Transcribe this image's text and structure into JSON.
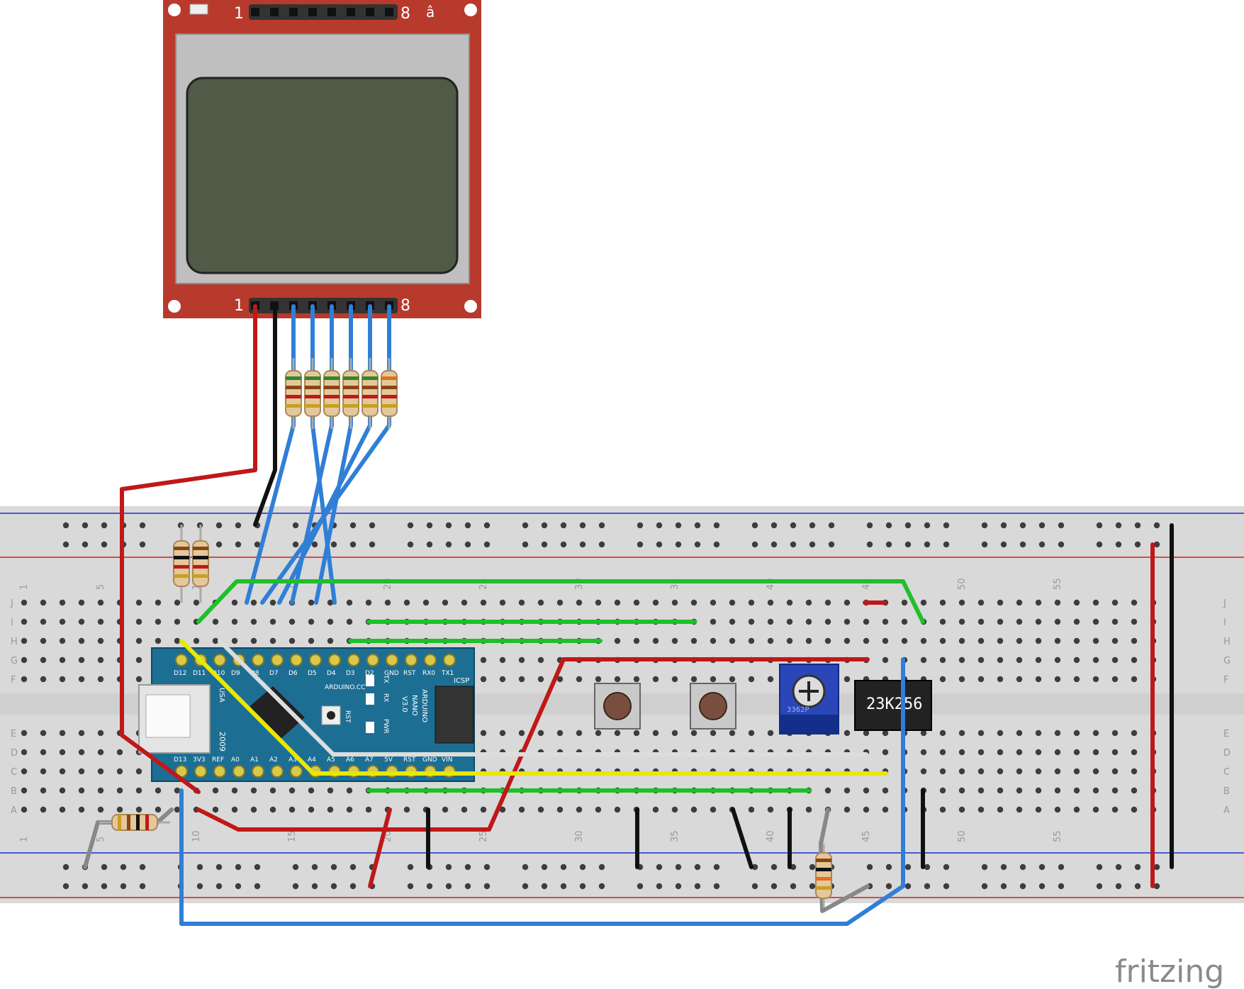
{
  "lcd": {
    "top_pin_first": "1",
    "top_pin_last": "8",
    "top_mark": "â",
    "bottom_pin_first": "1",
    "bottom_pin_last": "8"
  },
  "breadboard": {
    "row_letters": [
      "A",
      "B",
      "C",
      "D",
      "E",
      "F",
      "G",
      "H",
      "I",
      "J"
    ],
    "column_numbers": [
      "1",
      "5",
      "10",
      "15",
      "20",
      "25",
      "30",
      "35",
      "40",
      "45",
      "50",
      "55"
    ]
  },
  "nano": {
    "top_pins": [
      "D12",
      "D11",
      "D10",
      "D9",
      "D8",
      "D7",
      "D6",
      "D5",
      "D4",
      "D3",
      "D2",
      "GND",
      "RST",
      "RX0",
      "TX1"
    ],
    "bottom_pins": [
      "D13",
      "3V3",
      "REF",
      "A0",
      "A1",
      "A2",
      "A3",
      "A4",
      "A5",
      "A6",
      "A7",
      "5V",
      "RST",
      "GND",
      "VIN"
    ],
    "brand": "ARDUINO.CC",
    "name_line1": "ARDUINO",
    "name_line2": "NANO",
    "name_line3": "V3.0",
    "icsp": "ICSP",
    "led_tx": "TX",
    "led_rx": "RX",
    "led_pwr": "PWR",
    "rst": "RST",
    "usa": "USA",
    "year": "2009"
  },
  "ic_label": "23K256",
  "trimpot_label": "3362P",
  "watermark": "fritzing"
}
